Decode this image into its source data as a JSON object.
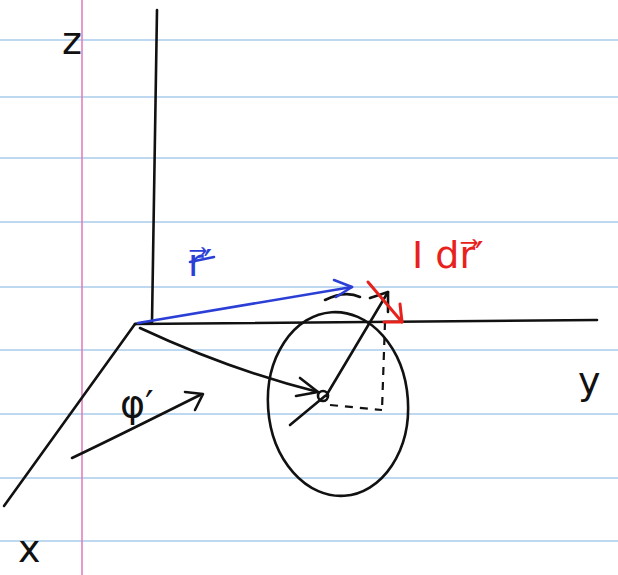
{
  "diagram": {
    "labels": [
      "z",
      "r⃗′",
      "I dr⃗′",
      "φ′",
      "y",
      "x"
    ]
  }
}
